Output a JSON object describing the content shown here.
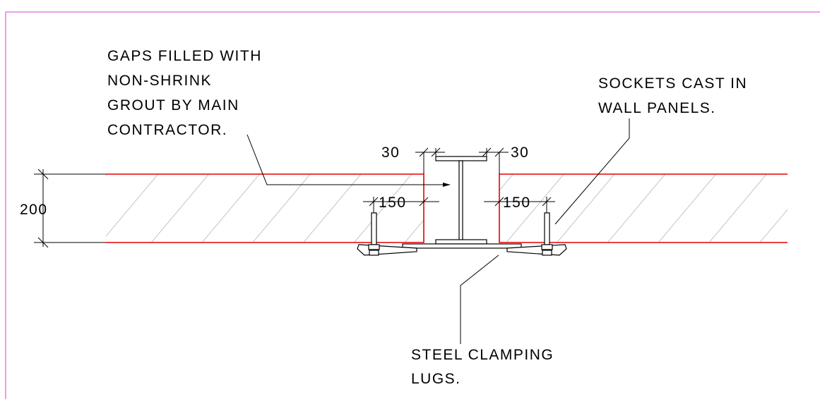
{
  "colors": {
    "frame": "#d63bd6",
    "panel_edge": "#e60000",
    "hatch": "#8c8c8c",
    "linework": "#000000"
  },
  "notes": {
    "grout": [
      "GAPS FILLED WITH",
      "NON-SHRINK",
      "GROUT BY MAIN",
      "CONTRACTOR."
    ],
    "sockets": [
      "SOCKETS CAST IN",
      "WALL PANELS."
    ],
    "lugs": [
      "STEEL CLAMPING",
      "LUGS."
    ]
  },
  "dimensions": {
    "panel_thickness": "200",
    "gap_left": "30",
    "gap_right": "30",
    "socket_left": "150",
    "socket_right": "150"
  }
}
